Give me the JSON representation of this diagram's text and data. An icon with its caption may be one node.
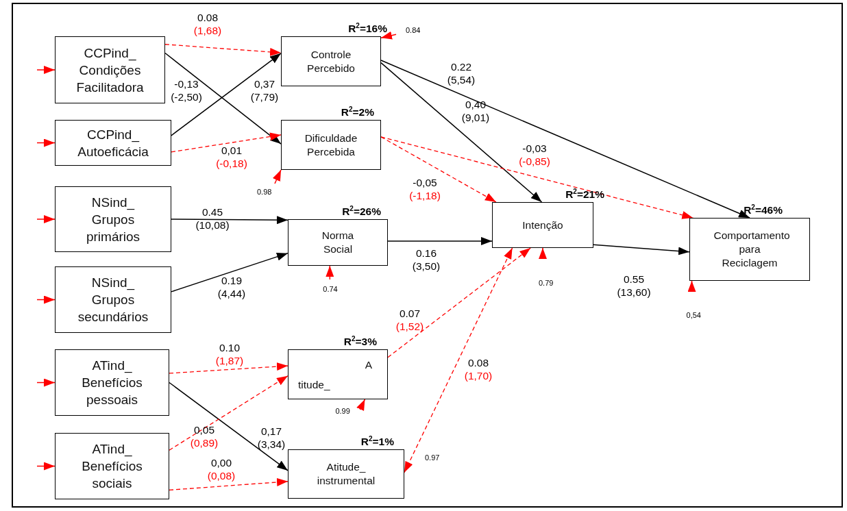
{
  "diagram": {
    "nodes": [
      {
        "text": [
          "CCPind_ Condições Facilitadora"
        ]
      },
      {
        "text": [
          "CCPind_ Autoeficácia"
        ]
      },
      {
        "text": [
          "NSind_ Grupos primários"
        ]
      },
      {
        "text": [
          "NSind_ Grupos secundários"
        ]
      },
      {
        "text": [
          "ATind_ Benefícios pessoais"
        ]
      },
      {
        "text": [
          "ATind_ Benefícios sociais"
        ]
      },
      {
        "text": [
          "Controle Percebido"
        ],
        "beside": [
          "R$^{2}$=16%"
        ]
      },
      {
        "text": [
          "Dificuldade Percebida"
        ],
        "beside": [
          "R$^{2}$=2%"
        ]
      },
      {
        "text": [
          "Norma Social"
        ],
        "beside": [
          "R$^{2}$=26%"
        ]
      },
      {
        "text": [
          "A",
          "titude_"
        ],
        "beside": [
          "R$^{2}$=3%"
        ]
      },
      {
        "text": [
          "Atitude_ instrumental"
        ],
        "beside": [
          "R$^{2}$=1%"
        ]
      },
      {
        "text": [
          "Intenção"
        ],
        "beside": [
          "R$^{2}$=21%"
        ]
      },
      {
        "text": [
          "Comportamento para Reciclagem"
        ],
        "beside": [
          "R$^{2}$=46%"
        ]
      }
    ],
    "edges": [
      {
        "from": 0,
        "to": 6,
        "arrow": "to",
        "label": "0.08 (1,68)",
        "style": "dashed",
        "color": "#ff0000"
      },
      {
        "from": 0,
        "to": 7,
        "arrow": "to",
        "label": "-0,13 (-2,50)",
        "color": "#000000"
      },
      {
        "from": 1,
        "to": 6,
        "arrow": "to",
        "label": "0,37 (7,79)",
        "color": "#000000"
      },
      {
        "from": 1,
        "to": 7,
        "arrow": "to",
        "label": "0,01 (-0,18)",
        "style": "dashed",
        "color": "#ff0000"
      },
      {
        "from": 2,
        "to": 8,
        "arrow": "to",
        "label": "0.45 (10,08)",
        "color": "#000000"
      },
      {
        "from": 3,
        "to": 8,
        "arrow": "to",
        "label": "0.19 (4,44)",
        "color": "#000000"
      },
      {
        "from": 4,
        "to": 9,
        "arrow": "to",
        "label": "0.10 (1,87)",
        "style": "dashed",
        "color": "#ff0000"
      },
      {
        "from": 4,
        "to": 10,
        "arrow": "to",
        "label": "0,17 (3,34)",
        "color": "#000000"
      },
      {
        "from": 5,
        "to": 9,
        "arrow": "to",
        "label": "0,05 (0,89)",
        "style": "dashed",
        "color": "#ff0000"
      },
      {
        "from": 5,
        "to": 10,
        "arrow": "to",
        "label": "0,00 (0,08)",
        "style": "dashed",
        "color": "#ff0000"
      },
      {
        "from": 6,
        "to": 12,
        "arrow": "to",
        "label": "0.22 (5,54)",
        "color": "#000000"
      },
      {
        "from": 6,
        "to": 11,
        "arrow": "to",
        "label": "0,40 (9,01)",
        "color": "#000000"
      },
      {
        "from": 7,
        "to": 11,
        "arrow": "to",
        "label": "-0,05 (-1,18)",
        "style": "dashed",
        "color": "#ff0000"
      },
      {
        "from": 7,
        "to": 12,
        "arrow": "to",
        "label": "-0,03 (-0,85)",
        "style": "dashed",
        "color": "#ff0000"
      },
      {
        "from": 8,
        "to": 11,
        "arrow": "to",
        "label": "0.16 (3,50)",
        "color": "#000000"
      },
      {
        "from": 9,
        "to": 11,
        "arrow": "to",
        "label": "0.07 (1,52)",
        "style": "dashed",
        "color": "#ff0000"
      },
      {
        "from": 10,
        "to": 11,
        "arrow": "both",
        "label": "0.08 (1,70)",
        "style": "dashed",
        "color": "#ff0000"
      },
      {
        "from": 11,
        "to": 12,
        "arrow": "to",
        "label": "0.55 (13,60)",
        "color": "#000000"
      },
      {
        "from": null,
        "to": 0,
        "arrow": "to",
        "color": "#ff0000"
      },
      {
        "from": null,
        "to": 1,
        "arrow": "to",
        "color": "#ff0000"
      },
      {
        "from": null,
        "to": 2,
        "arrow": "to",
        "color": "#ff0000"
      },
      {
        "from": null,
        "to": 3,
        "arrow": "to",
        "color": "#ff0000"
      },
      {
        "from": null,
        "to": 4,
        "arrow": "to",
        "color": "#ff0000"
      },
      {
        "from": null,
        "to": 5,
        "arrow": "to",
        "color": "#ff0000"
      },
      {
        "from": null,
        "to": 6,
        "arrow": "to",
        "label": "0.84",
        "color": "#ff0000"
      },
      {
        "from": null,
        "to": 7,
        "arrow": "to",
        "label": "0.98",
        "color": "#ff0000"
      },
      {
        "from": null,
        "to": 8,
        "arrow": "to",
        "label": "0.74",
        "color": "#ff0000"
      },
      {
        "from": null,
        "to": 9,
        "arrow": "to",
        "label": "0.99",
        "color": "#ff0000"
      },
      {
        "from": null,
        "to": 11,
        "arrow": "to",
        "label": "0.79",
        "color": "#ff0000"
      },
      {
        "from": null,
        "to": 12,
        "arrow": "to",
        "label": "0,54",
        "color": "#ff0000"
      }
    ],
    "labels": [
      "0.97"
    ]
  }
}
